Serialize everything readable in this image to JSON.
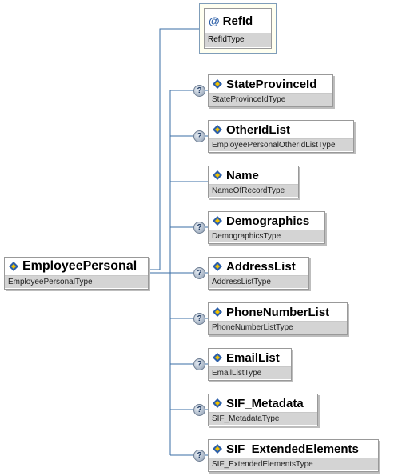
{
  "root": {
    "name": "EmployeePersonal",
    "type": "EmployeePersonalType"
  },
  "attribute": {
    "symbol": "@",
    "name": "RefId",
    "type": "RefIdType"
  },
  "children": [
    {
      "name": "StateProvinceId",
      "type": "StateProvinceIdType",
      "optional": true
    },
    {
      "name": "OtherIdList",
      "type": "EmployeePersonalOtherIdListType",
      "optional": true
    },
    {
      "name": "Name",
      "type": "NameOfRecordType",
      "optional": false
    },
    {
      "name": "Demographics",
      "type": "DemographicsType",
      "optional": true
    },
    {
      "name": "AddressList",
      "type": "AddressListType",
      "optional": true
    },
    {
      "name": "PhoneNumberList",
      "type": "PhoneNumberListType",
      "optional": true
    },
    {
      "name": "EmailList",
      "type": "EmailListType",
      "optional": true
    },
    {
      "name": "SIF_Metadata",
      "type": "SIF_MetadataType",
      "optional": true
    },
    {
      "name": "SIF_ExtendedElements",
      "type": "SIF_ExtendedElementsType",
      "optional": true
    }
  ],
  "optional_symbol": "?",
  "colors": {
    "connector": "#3a6ea5",
    "element_icon_blue": "#2c5fa8",
    "element_icon_yellow": "#f2c200"
  }
}
